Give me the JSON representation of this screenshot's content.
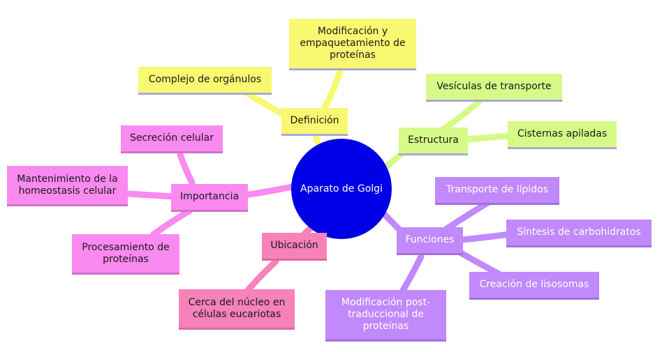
{
  "center": {
    "label": "Aparato de Golgi",
    "color": "#0000e6"
  },
  "branches": {
    "definicion": {
      "label": "Definición",
      "color": "#f9f871",
      "children": [
        "Complejo de orgánulos",
        "Modificación y empaquetamiento de proteínas"
      ]
    },
    "estructura": {
      "label": "Estructura",
      "color": "#d6fa87",
      "children": [
        "Vesículas de transporte",
        "Cisternas apiladas"
      ]
    },
    "funciones": {
      "label": "Funciones",
      "color": "#c189fb",
      "children": [
        "Transporte de lípidos",
        "Síntesis de carbohidratos",
        "Creación de lisosomas",
        "Modificación post-traduccional de proteínas"
      ]
    },
    "ubicacion": {
      "label": "Ubicación",
      "color": "#f781b9",
      "children": [
        "Cerca del núcleo en células eucariotas"
      ]
    },
    "importancia": {
      "label": "Importancia",
      "color": "#fa89f0",
      "children": [
        "Secreción celular",
        "Mantenimiento de la homeostasis celular",
        "Procesamiento de proteínas"
      ]
    }
  }
}
